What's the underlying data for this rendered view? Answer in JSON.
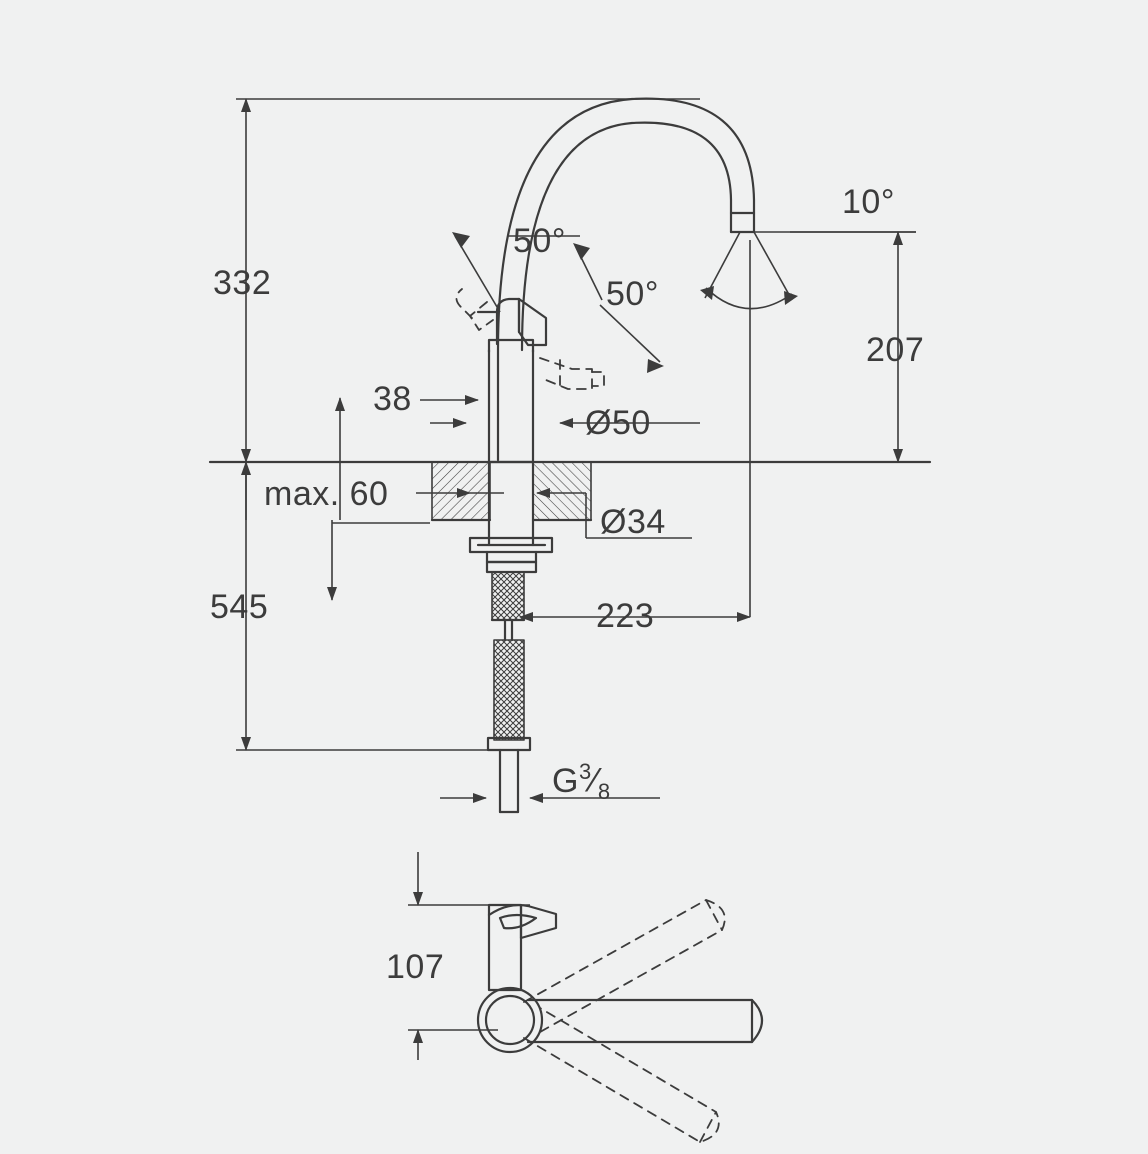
{
  "diagram": {
    "title": "Kitchen mixer tap technical dimension drawing",
    "background_color": "#f0f1f1",
    "line_color": "#3c3c3c",
    "labels": {
      "height_total": "332",
      "depth_total": "545",
      "spout_height": "207",
      "angle_left": "50°",
      "angle_right": "50°",
      "angle_spout": "10°",
      "dim_38": "38",
      "dia_50": "Ø50",
      "dia_34": "Ø34",
      "max_60": "max. 60",
      "reach_223": "223",
      "thread_prefix": "G",
      "thread_num": "3",
      "thread_den": "8",
      "plan_107": "107"
    }
  }
}
